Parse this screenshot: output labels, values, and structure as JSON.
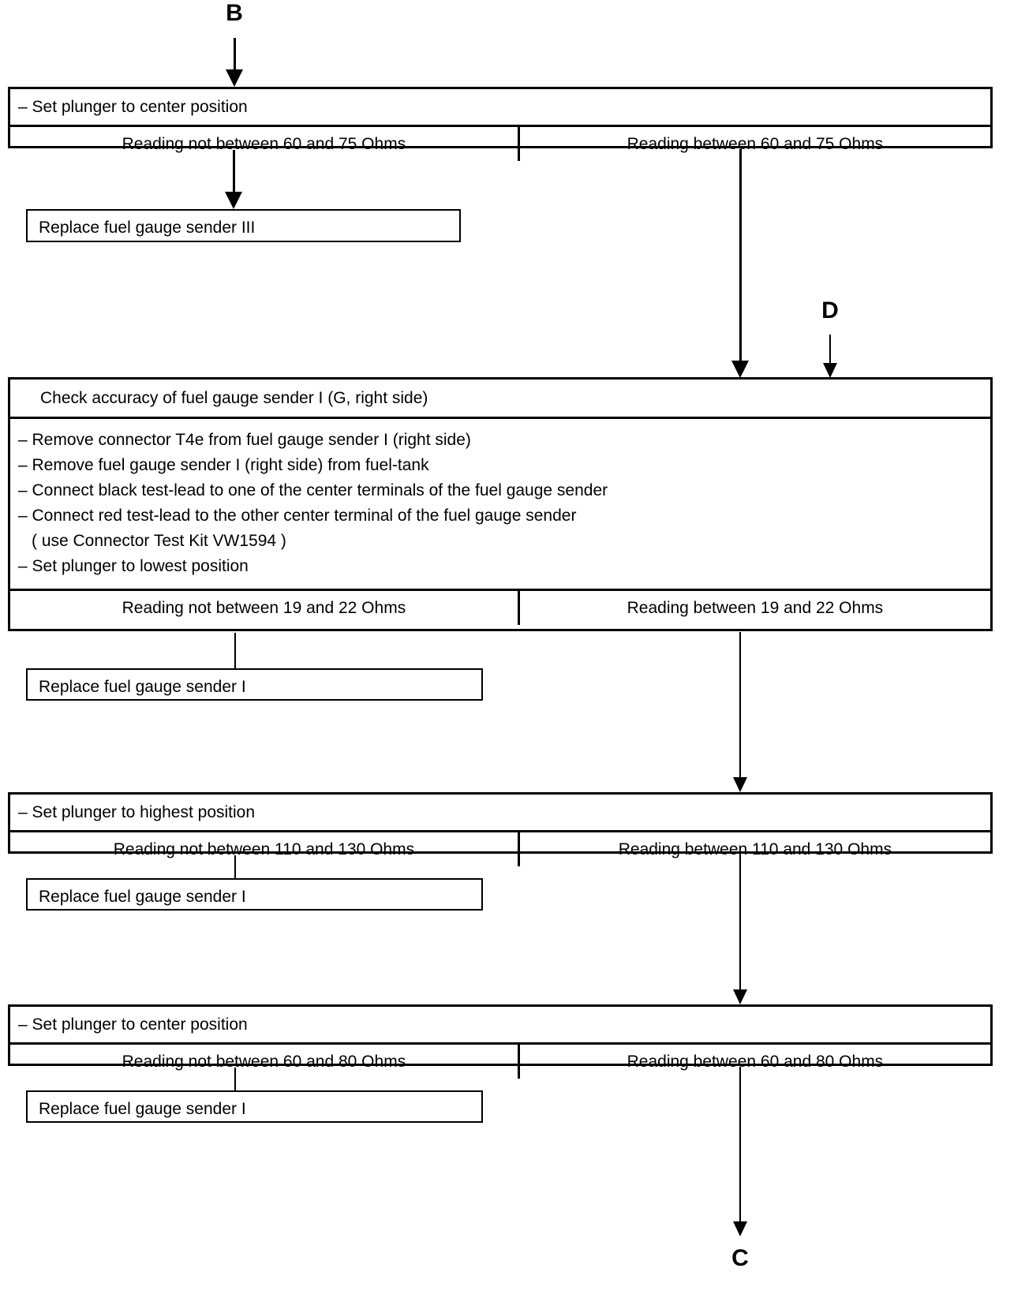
{
  "diagram": {
    "title": "Fuel gauge sender test flowchart",
    "connectors": {
      "top_in": "B",
      "mid_in": "D",
      "bottom_out": "C"
    },
    "blocks": [
      {
        "id": "block-b-center",
        "instruction": "– Set plunger to center position",
        "branch_fail": "Reading not between 60 and 75 Ohms",
        "branch_pass": "Reading between 60 and 75 Ohms",
        "result": "Replace fuel gauge sender III"
      },
      {
        "id": "block-check-accuracy",
        "header": "Check accuracy of fuel gauge sender I  (G, right side)",
        "steps": [
          "– Remove connector T4e from fuel gauge sender I (right side)",
          "– Remove fuel gauge sender I (right side) from fuel-tank",
          "– Connect black test-lead to one of the center terminals of the fuel gauge sender",
          "– Connect red test-lead to the other center terminal of the fuel gauge sender",
          "( use Connector Test Kit VW1594 )",
          "– Set plunger to lowest position"
        ],
        "step_is_continuation": [
          false,
          false,
          false,
          false,
          true,
          false
        ],
        "branch_fail": "Reading not between 19 and 22 Ohms",
        "branch_pass": "Reading between 19 and 22 Ohms",
        "result": "Replace fuel gauge sender I"
      },
      {
        "id": "block-highest",
        "instruction": "– Set plunger to highest position",
        "branch_fail": "Reading not between 110 and 130 Ohms",
        "branch_pass": "Reading between 110 and 130 Ohms",
        "result": "Replace fuel gauge sender I"
      },
      {
        "id": "block-center-2",
        "instruction": "– Set plunger to center position",
        "branch_fail": "Reading not between 60 and 80 Ohms",
        "branch_pass": "Reading between 60 and 80 Ohms",
        "result": "Replace fuel gauge sender I"
      }
    ],
    "colors": {
      "line": "#000000",
      "background": "#ffffff",
      "text": "#000000"
    }
  }
}
